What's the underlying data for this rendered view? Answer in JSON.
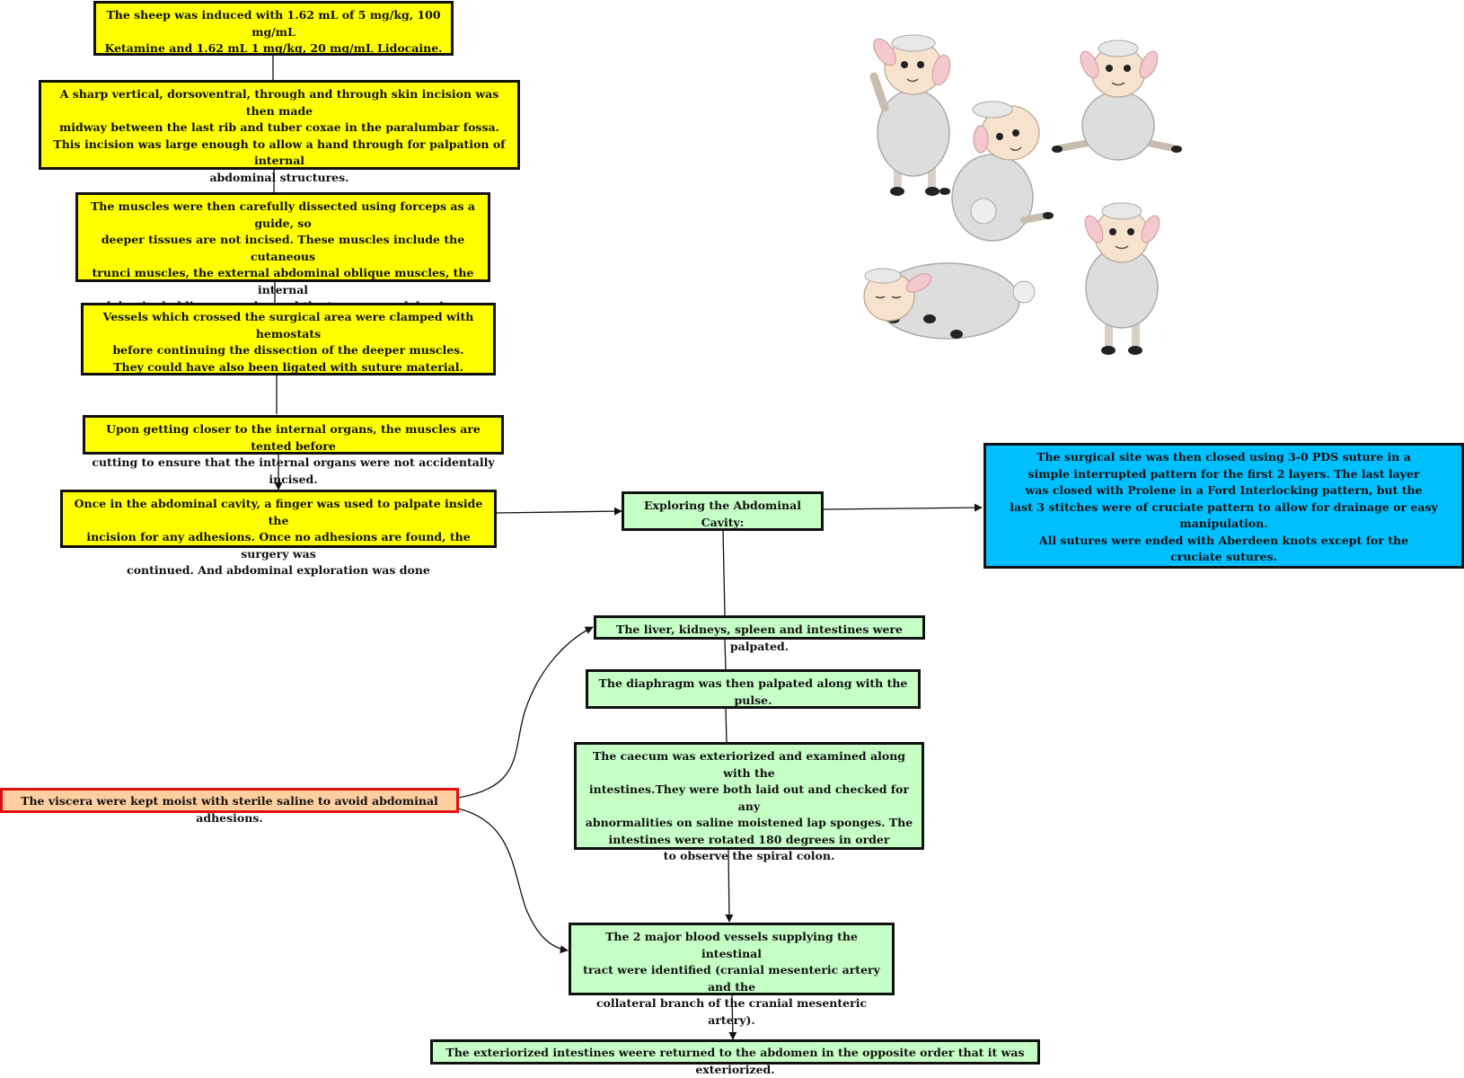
{
  "colors": {
    "yellow": "#ffff00",
    "green": "#c6ffc6",
    "blue": "#00bfff",
    "salmon": "#ffcfa0",
    "salmon_border": "#e01010"
  },
  "nodes": {
    "induction": "The sheep was induced with 1.62 mL of 5 mg/kg, 100 mg/mL\nKetamine and 1.62 mL 1 mg/kg, 20 mg/mL Lidocaine.",
    "incision": "A sharp vertical, dorsoventral, through and through skin incision was then made\nmidway between the last rib and tuber coxae in the paralumbar fossa.\nThis incision was large enough to allow a hand through for palpation of internal\nabdominal structures.",
    "muscles": "The muscles were then carefully dissected using forceps as a guide, so\ndeeper tissues are not incised. These muscles include the cutaneous\ntrunci muscles, the external abdominal oblique muscles, the internal\nabdominal oblique muscles and the transverse abdominus muscles.",
    "vessels": "Vessels which crossed the surgical area were clamped with hemostats\nbefore continuing the dissection of the deeper muscles.\nThey could have also been ligated with suture material.",
    "tented": "Upon getting closer to the internal organs, the muscles are tented before\ncutting to ensure that the internal organs were not accidentally incised.",
    "cavity": "Once in the abdominal cavity, a finger was used to palpate inside the\nincision for any adhesions. Once no adhesions are found, the surgery was\ncontinued. And abdominal exploration was done",
    "exploring": "Exploring the Abdominal Cavity:",
    "closure": "The surgical site was then closed using 3-0 PDS suture in a\nsimple interrupted pattern for the first 2 layers. The last layer\nwas closed with Prolene in a Ford Interlocking pattern, but the\nlast 3 stitches were of cruciate pattern to allow for drainage or easy manipulation.\nAll sutures were ended with Aberdeen knots except for the\ncruciate sutures.",
    "liver": "The liver, kidneys, spleen and intestines were palpated.",
    "diaphragm": "The diaphragm was then palpated along with the pulse.",
    "caecum": "The caecum was exteriorized and examined along with the\nintestines.They were both laid out and checked for any\nabnormalities on saline moistened lap sponges. The\nintestines were rotated 180 degrees in order\nto observe the spiral colon.",
    "blood_vessels": "The 2 major blood vessels supplying the intestinal\ntract were identified (cranial mesenteric artery and the\ncollateral branch of the cranial mesenteric artery).",
    "returned": "The exteriorized intestines weere returned to the abdomen in the opposite order that it was exteriorized.",
    "viscera": "The viscera were kept moist with sterile saline to avoid abdominal adhesions."
  }
}
